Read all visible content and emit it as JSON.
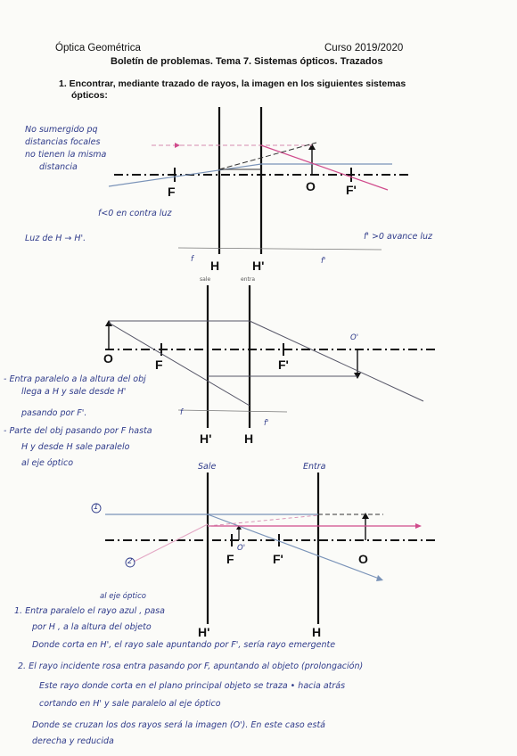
{
  "header": {
    "left": "Óptica Geométrica",
    "right": "Curso 2019/2020",
    "subtitle": "Boletín de problemas. Tema 7. Sistemas ópticos. Trazados"
  },
  "problem": {
    "line1": "1.  Encontrar, mediante trazado de rayos, la imagen en los siguientes sistemas",
    "line2": "ópticos:"
  },
  "diagram1": {
    "labels": {
      "F": "F",
      "O": "O",
      "Fp": "F'",
      "H": "H",
      "Hp": "H'"
    },
    "notes": {
      "n1": "No sumergido pq",
      "n2": "distancias focales",
      "n3": "no tienen la misma",
      "n4": "distancia",
      "n5": "f<0 en contra luz",
      "n6": "Luz de H → H'.",
      "n7": "f' >0 avance luz"
    },
    "small": {
      "f": "f",
      "fp": "f'"
    }
  },
  "diagram2": {
    "labels": {
      "O": "O",
      "F": "F",
      "Fp": "F'",
      "Op": "O'",
      "Hp": "H'",
      "H": "H"
    },
    "top_small": {
      "sale": "sale",
      "entra": "entra"
    },
    "small": {
      "f": "f",
      "fp": "f'"
    },
    "notes": {
      "a1": "- Entra paralelo a la altura del obj",
      "a2": "llega a H y sale desde H'",
      "a3": "pasando por F'.",
      "b1": "- Parte del obj pasando por F hasta",
      "b2": "H y desde H sale paralelo",
      "b3": "al eje óptico"
    }
  },
  "diagram3": {
    "top": {
      "sale": "Sale",
      "entra": "Entra"
    },
    "labels": {
      "F": "F",
      "Op": "O'",
      "Fp": "F'",
      "O": "O",
      "Hp": "H'",
      "H": "H"
    },
    "circled": {
      "one": "1",
      "two": "2"
    }
  },
  "explanation": {
    "sup": "al eje óptico",
    "l1": "1. Entra paralelo  el rayo azul , pasa",
    "l2": "por H , a la altura del objeto",
    "l3": "Donde corta en H', el rayo sale apuntando por F', sería rayo emergente",
    "l4": "2. El rayo incidente rosa entra pasando por F, apuntando al objeto (prolongación)",
    "l5": "Este rayo donde corta en el plano principal objeto se traza • hacia atrás",
    "l6": "cortando en H' y sale paralelo al eje óptico",
    "l7": "Donde se cruzan los dos rayos será la imagen (O'). En este caso está",
    "l8": "derecha y reducida"
  }
}
